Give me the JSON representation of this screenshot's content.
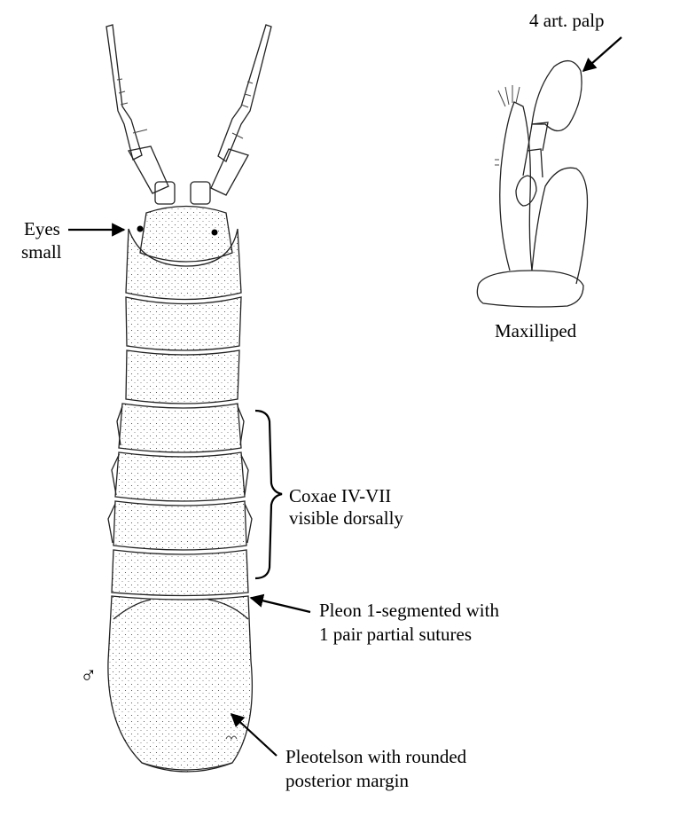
{
  "labels": {
    "eyes_line1": "Eyes",
    "eyes_line2": "small",
    "palp": "4 art. palp",
    "maxilliped": "Maxilliped",
    "coxae_line1": "Coxae IV-VII",
    "coxae_line2": "visible dorsally",
    "pleon_line1": "Pleon 1-segmented with",
    "pleon_line2": "1 pair partial sutures",
    "pleotelson_line1": "Pleotelson with rounded",
    "pleotelson_line2": "posterior margin",
    "sex_symbol": "♂"
  },
  "colors": {
    "ink": "#222222",
    "background": "#ffffff"
  }
}
